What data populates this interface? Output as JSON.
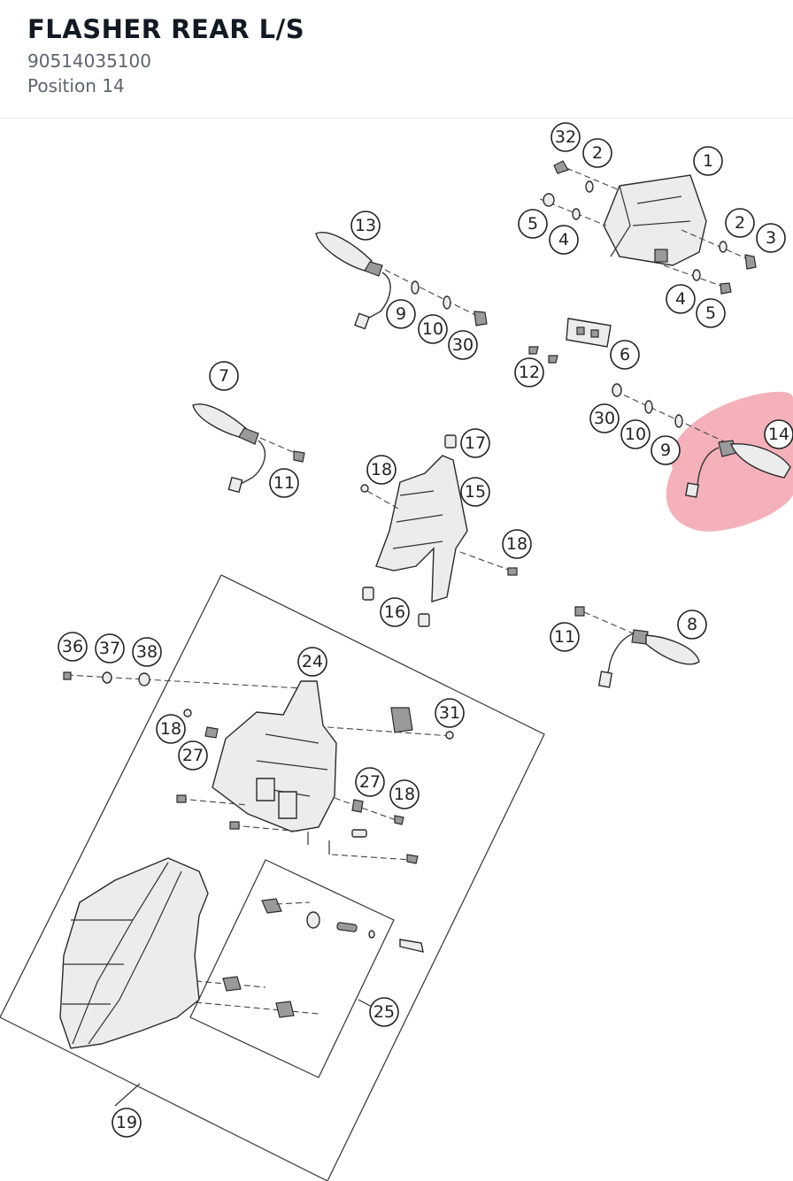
{
  "header": {
    "title": "FLASHER REAR L/S",
    "part_number": "90514035100",
    "position": "Position 14"
  },
  "highlight": {
    "position_label": "14",
    "color": "#f2a3ad"
  },
  "callouts": [
    "32",
    "2",
    "1",
    "13",
    "5",
    "4",
    "2",
    "3",
    "4",
    "5",
    "9",
    "10",
    "30",
    "6",
    "12",
    "7",
    "30",
    "10",
    "9",
    "14",
    "17",
    "18",
    "15",
    "11",
    "18",
    "16",
    "11",
    "8",
    "36",
    "37",
    "38",
    "24",
    "31",
    "18",
    "27",
    "27",
    "18",
    "25",
    "19"
  ]
}
